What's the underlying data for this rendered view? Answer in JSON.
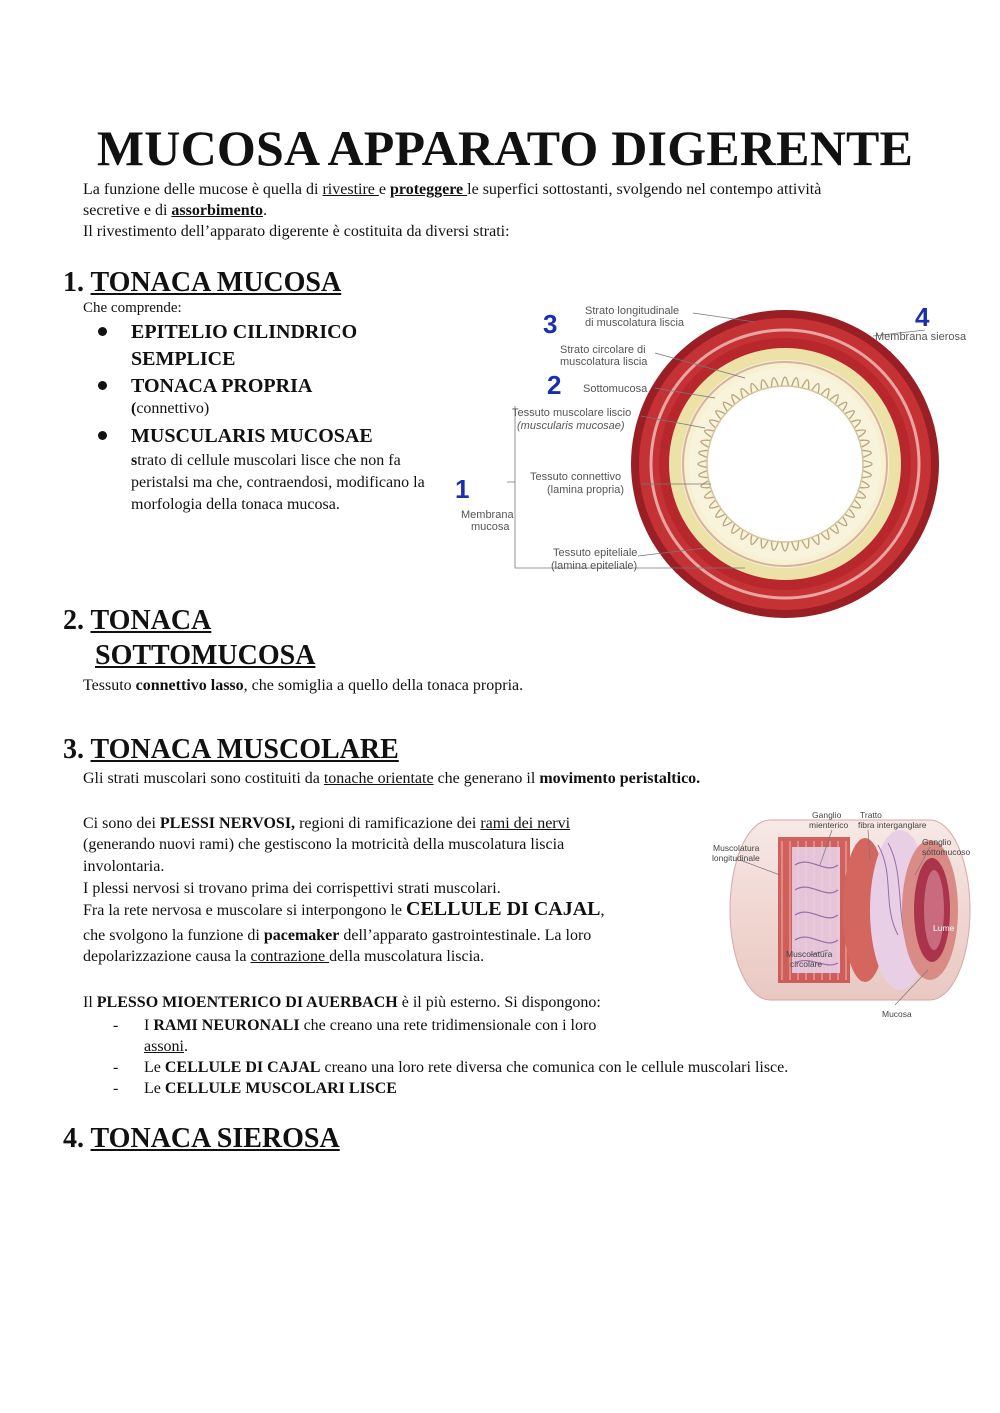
{
  "title": "MUCOSA APPARATO DIGERENTE",
  "intro": {
    "l1a": "La funzione delle mucose è quella di ",
    "l1b": "rivestire ",
    "l1c": "e ",
    "l1d": "proteggere ",
    "l1e": "le superfici sottostanti, svolgendo nel contempo attività",
    "l2a": "secretive e di ",
    "l2b": "assorbimento",
    "l2c": ".",
    "l3": "Il rivestimento dell’apparato digerente è costituita da diversi strati:"
  },
  "s1": {
    "num": "1. ",
    "heading": "TONACA MUCOSA",
    "lead": "Che comprende:",
    "b1": "EPITELIO CILINDRICO SEMPLICE",
    "b2": "TONACA PROPRIA",
    "b2s_a": "(",
    "b2s_b": "connettivo)",
    "b3": "MUSCULARIS MUCOSAE",
    "b3s_a": "s",
    "b3s_b": "trato di cellule muscolari lisce che non fa peristalsi ma che, contraendosi, modificano la morfologia della tonaca mucosa."
  },
  "fig1": {
    "l_long": "Strato longitudinale",
    "l_long2": "di muscolatura liscia",
    "l_circ": "Strato circolare di",
    "l_circ2": "muscolatura liscia",
    "l_sub": "Sottomucosa",
    "l_musc": "Tessuto muscolare liscio",
    "l_musc2": "(muscularis mucosae)",
    "l_conn": "Tessuto connettivo",
    "l_conn2": "(lamina propria)",
    "l_memb": "Membrana",
    "l_memb2": "mucosa",
    "l_epit": "Tessuto epiteliale",
    "l_epit2": "(lamina epiteliale)",
    "l_sier": "Membrana sierosa",
    "n1": "1",
    "n2": "2",
    "n3": "3",
    "n4": "4"
  },
  "s2": {
    "num": "2. ",
    "heading1": "TONACA",
    "heading2": "SOTTOMUCOSA",
    "t_a": "Tessuto ",
    "t_b": "connettivo lasso",
    "t_c": ", che somiglia a quello della tonaca propria."
  },
  "s3": {
    "num": "3. ",
    "heading": "TONACA MUSCOLARE",
    "p1a": "Gli strati muscolari sono costituiti da ",
    "p1b": "tonache orientate",
    "p1c": " che generano il ",
    "p1d": "movimento peristaltico.",
    "p2a": "Ci sono dei ",
    "p2b": "PLESSI NERVOSI,",
    "p2c": " regioni di ramificazione dei ",
    "p2d": "rami dei nervi",
    "p2e": "(generando nuovi rami) che gestiscono la motricità della muscolatura liscia",
    "p2f": "involontaria.",
    "p3": "I plessi nervosi si trovano prima dei corrispettivi strati muscolari.",
    "p4a": "Fra la rete nervosa e muscolare si interpongono le ",
    "p4b": "CELLULE DI CAJAL",
    "p4c": ",",
    "p4d": "che svolgono la funzione di ",
    "p4e": "pacemaker",
    "p4f": " dell’apparato gastrointestinale. La loro",
    "p4g": "depolarizzazione causa la ",
    "p4h": "contrazione ",
    "p4i": "della muscolatura liscia.",
    "p5a": "Il ",
    "p5b": "PLESSO MIOENTERICO DI AUERBACH",
    "p5c": " è il più esterno. Si dispongono:",
    "d_mark": "-",
    "d1a": "I ",
    "d1b": "RAMI NEURONALI",
    "d1c": " che creano una rete tridimensionale con i loro",
    "d1d": "assoni",
    "d1e": ".",
    "d2a": "Le ",
    "d2b": "CELLULE DI CAJAL",
    "d2c": " creano una loro rete diversa che comunica con le  cellule muscolari lisce.",
    "d3a": "Le ",
    "d3b": "CELLULE MUSCOLARI LISCE"
  },
  "fig2": {
    "g_mien": "Ganglio",
    "g_mien2": "mienterico",
    "tratto": "Tratto",
    "tratto2": "fibra interganglare",
    "g_sott": "Ganglio",
    "g_sott2": "sottomucoso",
    "m_long": "Muscolatura",
    "m_long2": "longitudinale",
    "lume": "Lume",
    "m_circ": "Muscolatura",
    "m_circ2": "circolare",
    "mucosa": "Mucosa"
  },
  "s4": {
    "num": "4. ",
    "heading": "TONACA SIEROSA"
  },
  "colors": {
    "muscle_red": "#b5262b",
    "submucosa": "#ebe2a9",
    "villi": "#f6f1d6",
    "label_gray": "#555555",
    "number_blue": "#1a2fb0"
  }
}
